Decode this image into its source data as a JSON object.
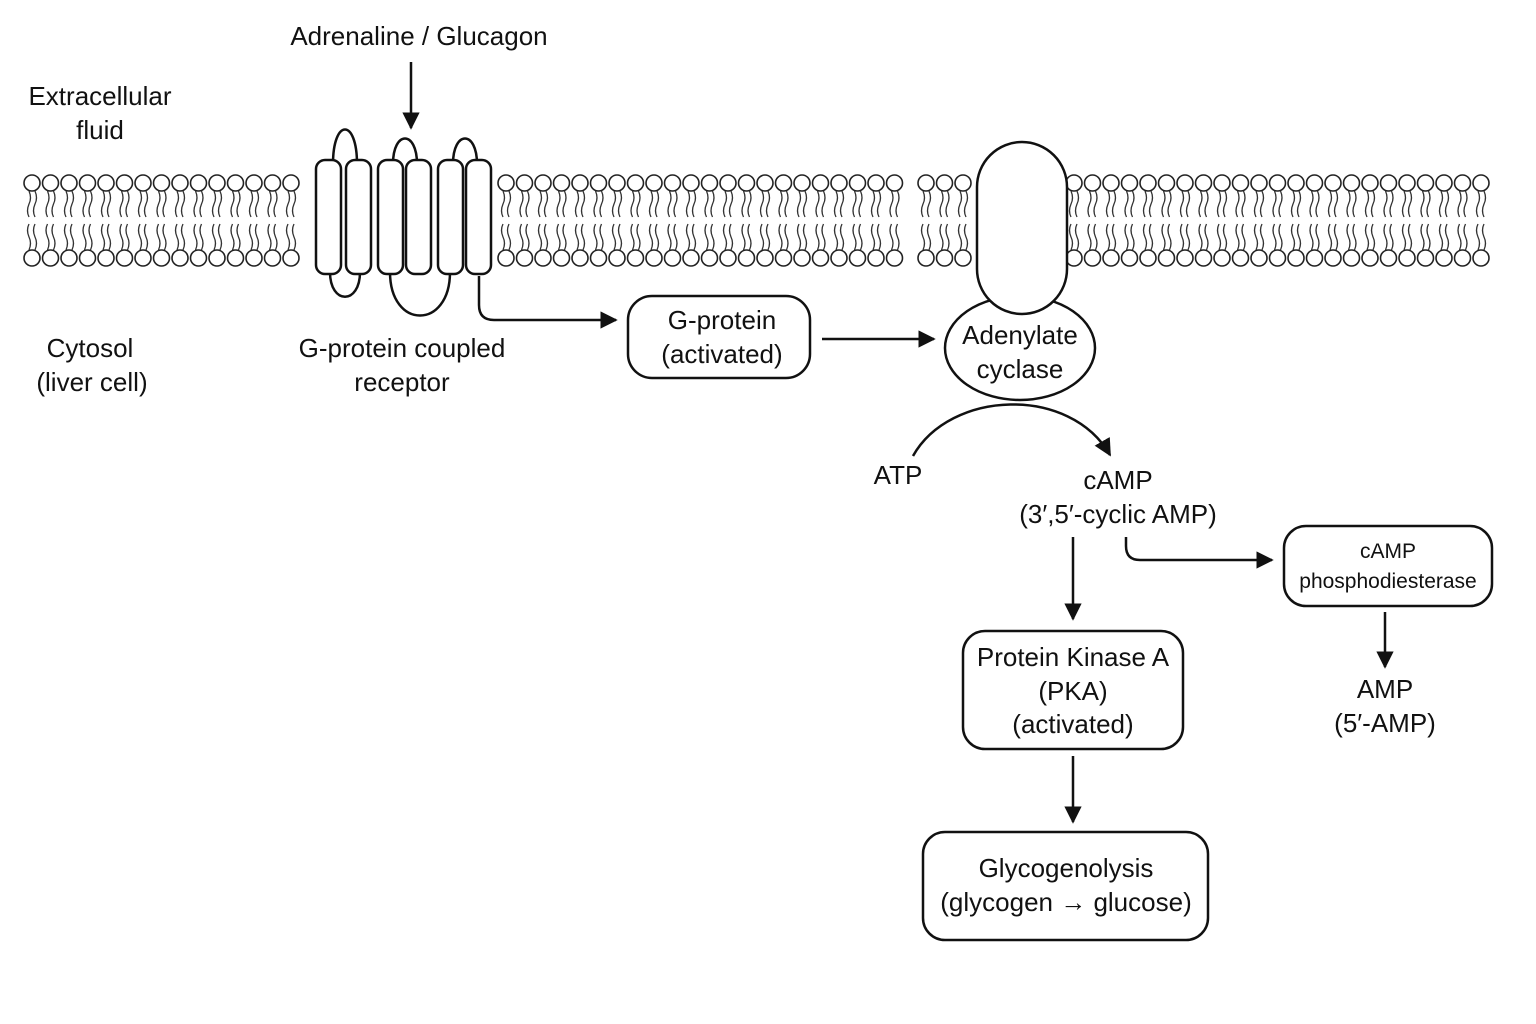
{
  "labels": {
    "ligand": "Adrenaline / Glucagon",
    "extracellular_line1": "Extracellular",
    "extracellular_line2": "fluid",
    "cytosol_line1": "Cytosol",
    "cytosol_line2": "(liver cell)",
    "gpcr_line1": "G-protein coupled",
    "gpcr_line2": "receptor",
    "atp": "ATP",
    "camp_line1": "cAMP",
    "camp_line2": "(3′,5′-cyclic AMP)",
    "amp_line1": "AMP",
    "amp_line2": "(5′-AMP)"
  },
  "nodes": {
    "g_protein": {
      "line1": "G-protein",
      "line2": "(activated)"
    },
    "adenylate_cyclase": {
      "line1": "Adenylate",
      "line2": "cyclase"
    },
    "pde": {
      "line1": "cAMP",
      "line2": "phosphodiesterase"
    },
    "pka": {
      "line1": "Protein Kinase A",
      "line2": "(PKA)",
      "line3": "(activated)"
    },
    "glycogenolysis": {
      "line1": "Glycogenolysis",
      "line2": "(glycogen → glucose)"
    }
  },
  "colors": {
    "ink": "#111111",
    "background": "#ffffff"
  }
}
